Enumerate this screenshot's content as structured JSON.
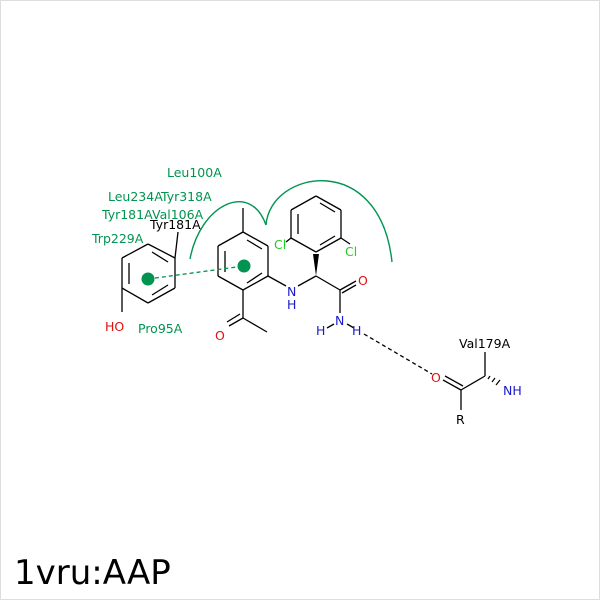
{
  "title": "1vru:AAP",
  "colors": {
    "bond": "#000000",
    "hydrophobic": "#009450",
    "nitrogen": "#1a1acc",
    "oxygen": "#dd1111",
    "chlorine": "#22cc22",
    "hbond": "#000000"
  },
  "residues": {
    "leu100": "Leu100A",
    "leu234": "Leu234A",
    "tyr318": "Tyr318A",
    "tyr181_green": "Tyr181A",
    "val106": "Val106A",
    "tyr181_black": "Tyr181A",
    "trp229": "Trp229A",
    "pro95": "Pro95A",
    "val179": "Val179A"
  },
  "atoms": {
    "ho": "HO",
    "cl_left": "Cl",
    "cl_right": "Cl",
    "carbonyl_o": "O",
    "amide_o": "O",
    "nh_n": "N",
    "nh_h": "H",
    "amide_n": "N",
    "amide_h_left": "H",
    "amide_h_right": "H",
    "ketone_o": "O",
    "val_o": "O",
    "val_nh": "NH",
    "val_r": "R"
  }
}
